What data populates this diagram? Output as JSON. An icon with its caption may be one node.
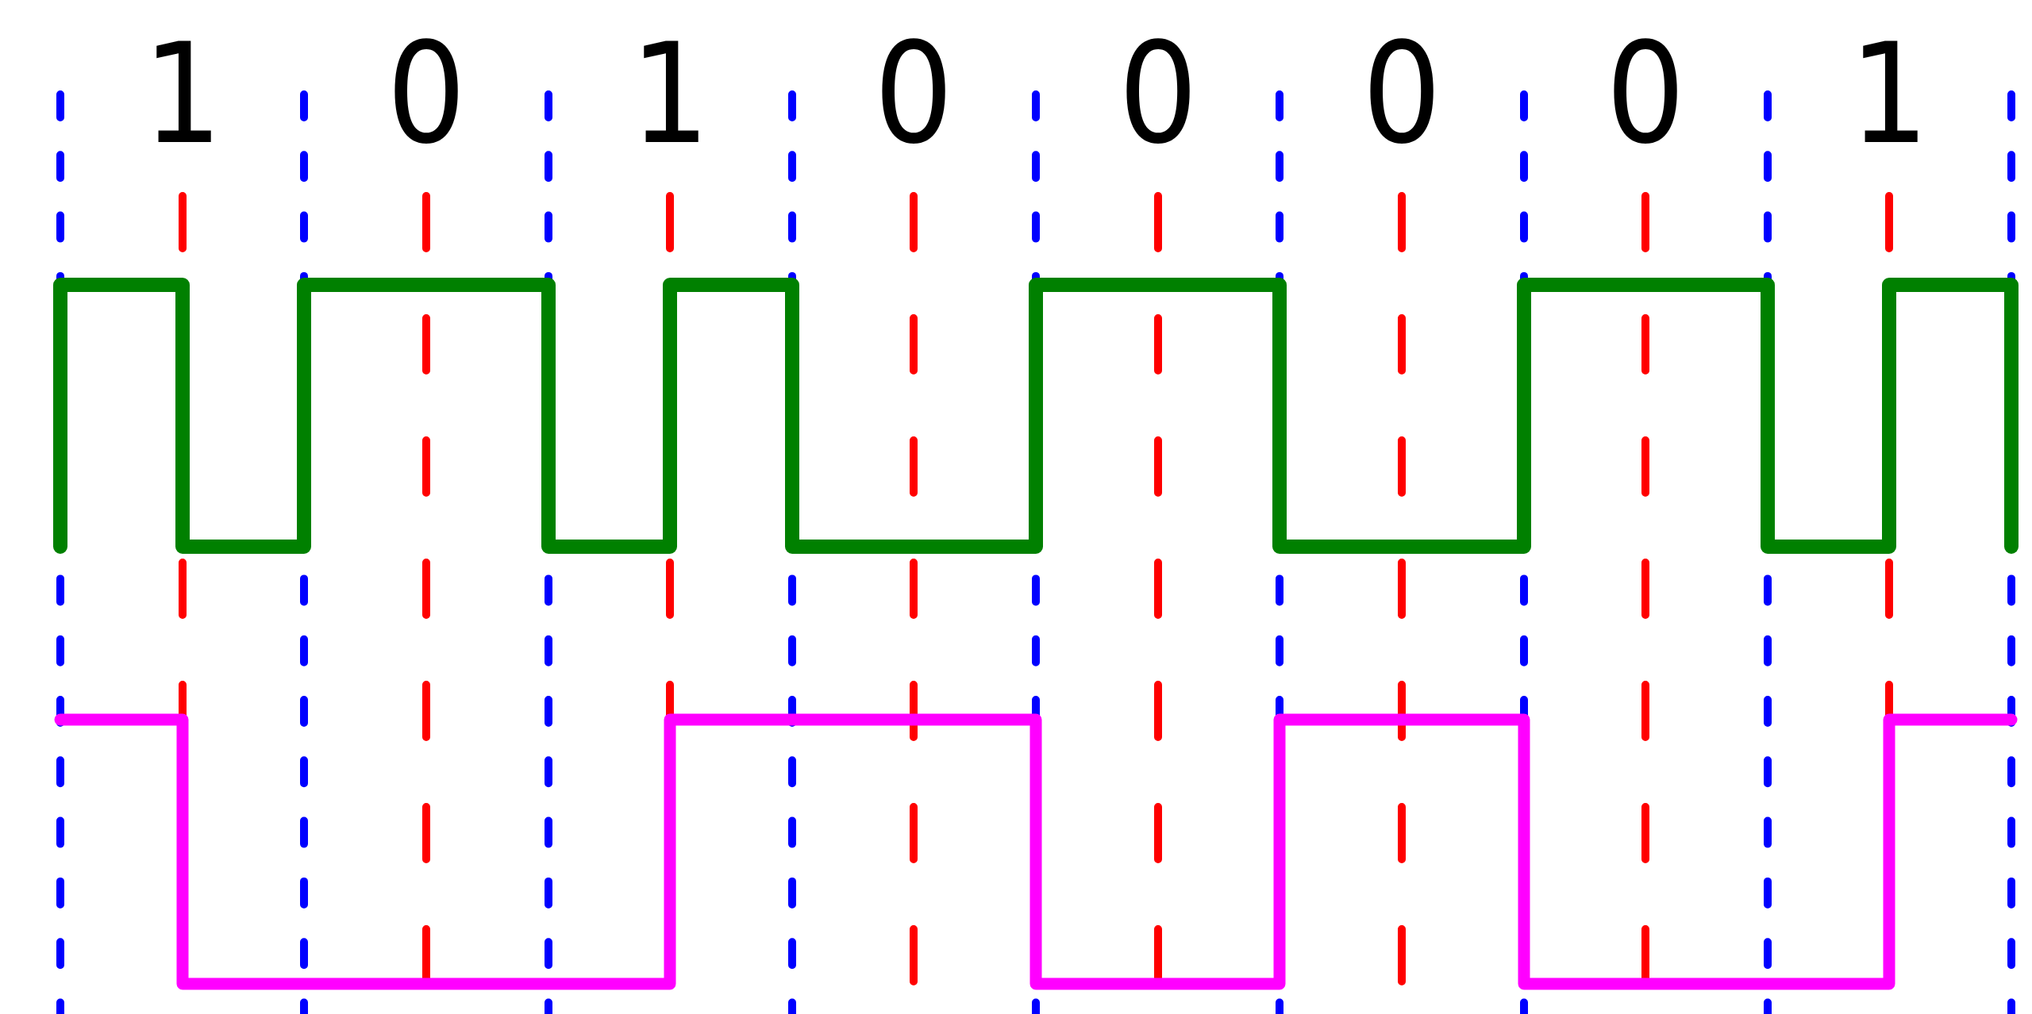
{
  "diagram": {
    "labels": [
      "1",
      "0",
      "1",
      "0",
      "0",
      "0",
      "0",
      "1"
    ]
  }
}
